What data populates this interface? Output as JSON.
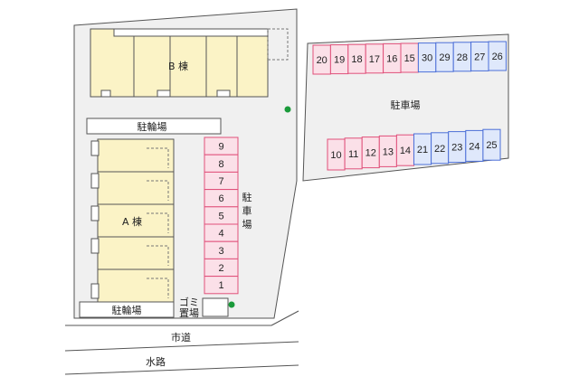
{
  "labels": {
    "building_b": "B 棟",
    "building_a": "A 棟",
    "bicycle_top": "駐輪場",
    "bicycle_bottom": "駐輪場",
    "parking_vertical": [
      "駐",
      "車",
      "場"
    ],
    "parking_right": "駐車場",
    "garbage": [
      "ゴミ",
      "置場"
    ],
    "city_road": "市道",
    "waterway": "水路"
  },
  "parking": {
    "left_column": [
      "9",
      "8",
      "7",
      "6",
      "5",
      "4",
      "3",
      "2",
      "1"
    ],
    "right_top_pink": [
      "20",
      "19",
      "18",
      "17",
      "16",
      "15"
    ],
    "right_top_blue": [
      "30",
      "29",
      "28",
      "27",
      "26"
    ],
    "right_bottom_pink": [
      "10",
      "11",
      "12",
      "13",
      "14"
    ],
    "right_bottom_blue": [
      "21",
      "22",
      "23",
      "24",
      "25"
    ]
  },
  "colors": {
    "building_fill": "#fbf3c6",
    "pink_fill": "#fbe0e8",
    "pink_stroke": "#e0507a",
    "blue_fill": "#dfe8fb",
    "blue_stroke": "#4c6fd8",
    "lot_fill": "#f0f0f0",
    "tree": "#1a9a3a"
  }
}
